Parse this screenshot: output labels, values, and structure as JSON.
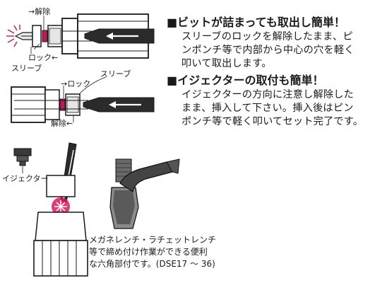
{
  "section1": {
    "heading": "■ビットが詰まっても取出し簡単！",
    "lines": [
      "スリーブのロックを解除したまま、ピ",
      "ンポンチ等で内部から中心の穴を軽く",
      "叩いて取出します。"
    ]
  },
  "section2": {
    "heading": "■イジェクターの取付も簡単！",
    "lines": [
      "イジェクターの方向に注意し解除した",
      "まま、挿入して下さい。挿入後はピン",
      "ポンチ等で軽く叩いてセット完了です。"
    ]
  },
  "diagram1": {
    "release_label": "→解除",
    "lock_label": "ロック←",
    "sleeve_label": "スリーブ"
  },
  "diagram2": {
    "lock_label": "→ロック",
    "sleeve_label": "スリーブ",
    "release_label": "解除←"
  },
  "diagram3": {
    "ejector_label": "イジェクター"
  },
  "caption": {
    "lines": [
      "メガネレンチ・ラチェットレンチ",
      "等で締め付け作業ができる便利",
      "な六角部付です。(DSE17 〜 36)"
    ]
  },
  "colors": {
    "accent": "#c2185b",
    "ink": "#1a1a1a"
  }
}
